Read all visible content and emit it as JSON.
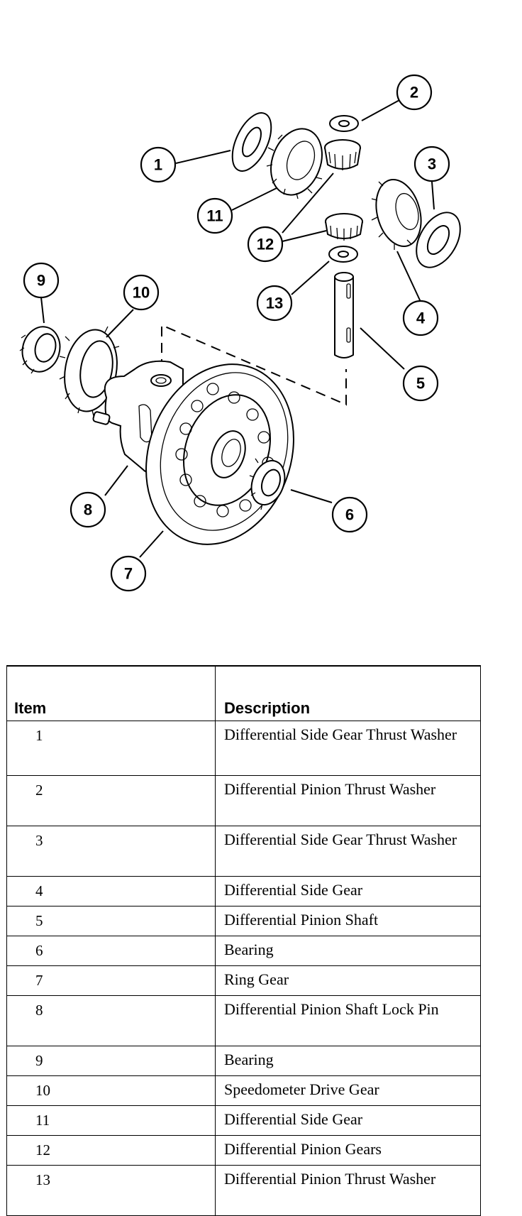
{
  "callouts": [
    "1",
    "2",
    "3",
    "4",
    "5",
    "6",
    "7",
    "8",
    "9",
    "10",
    "11",
    "12",
    "13"
  ],
  "table": {
    "headers": {
      "item": "Item",
      "description": "Description"
    },
    "rows": [
      {
        "item": "1",
        "description": "Differential Side Gear Thrust Washer"
      },
      {
        "item": "2",
        "description": "Differential Pinion Thrust Washer"
      },
      {
        "item": "3",
        "description": "Differential Side Gear Thrust Washer"
      },
      {
        "item": "4",
        "description": "Differential Side Gear"
      },
      {
        "item": "5",
        "description": "Differential Pinion Shaft"
      },
      {
        "item": "6",
        "description": "Bearing"
      },
      {
        "item": "7",
        "description": "Ring Gear"
      },
      {
        "item": "8",
        "description": "Differential Pinion Shaft Lock Pin"
      },
      {
        "item": "9",
        "description": "Bearing"
      },
      {
        "item": "10",
        "description": "Speedometer Drive Gear"
      },
      {
        "item": "11",
        "description": "Differential Side Gear"
      },
      {
        "item": "12",
        "description": "Differential Pinion Gears"
      },
      {
        "item": "13",
        "description": "Differential Pinion Thrust Washer"
      }
    ]
  }
}
